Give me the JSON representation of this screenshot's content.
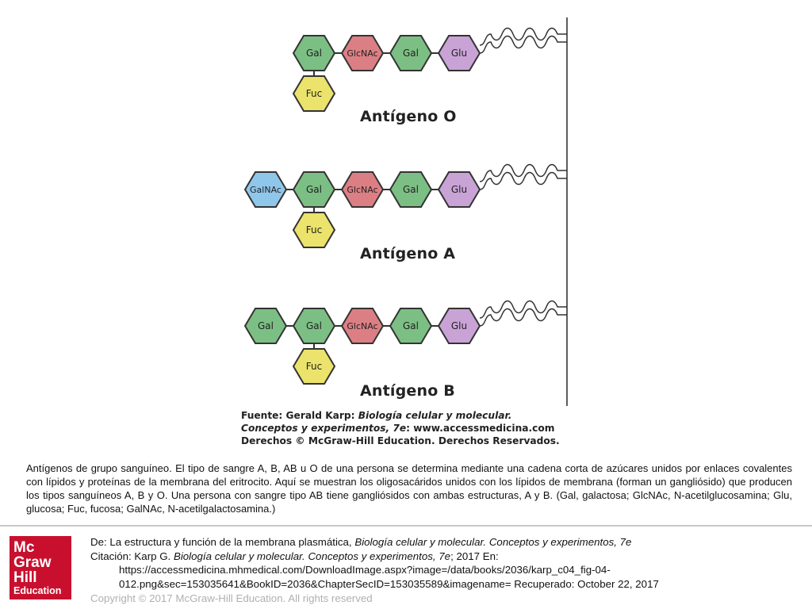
{
  "figure": {
    "antigens": [
      {
        "title": "Antígeno O",
        "chain": [
          {
            "label": "Gal",
            "color": "#7cbf84"
          },
          {
            "label": "GlcNAc",
            "color": "#dc7f84"
          },
          {
            "label": "Gal",
            "color": "#7cbf84"
          },
          {
            "label": "Glu",
            "color": "#c9a3d6"
          }
        ],
        "branch": {
          "label": "Fuc",
          "color": "#ebe36b"
        }
      },
      {
        "title": "Antígeno A",
        "chain": [
          {
            "label": "GalNAc",
            "color": "#8fc7ea"
          },
          {
            "label": "Gal",
            "color": "#7cbf84"
          },
          {
            "label": "GlcNAc",
            "color": "#dc7f84"
          },
          {
            "label": "Gal",
            "color": "#7cbf84"
          },
          {
            "label": "Glu",
            "color": "#c9a3d6"
          }
        ],
        "branch": {
          "label": "Fuc",
          "color": "#ebe36b"
        }
      },
      {
        "title": "Antígeno B",
        "chain": [
          {
            "label": "Gal",
            "color": "#7cbf84"
          },
          {
            "label": "Gal",
            "color": "#7cbf84"
          },
          {
            "label": "GlcNAc",
            "color": "#dc7f84"
          },
          {
            "label": "Gal",
            "color": "#7cbf84"
          },
          {
            "label": "Glu",
            "color": "#c9a3d6"
          }
        ],
        "branch": {
          "label": "Fuc",
          "color": "#ebe36b"
        }
      }
    ],
    "source": {
      "prefix": "Fuente: Gerald Karp: ",
      "book": "Biología celular y molecular. Conceptos y experimentos, 7e",
      "suffix": ": www.accessmedicina.com",
      "rights": "Derechos © McGraw-Hill Education. Derechos Reservados."
    }
  },
  "caption": "Antígenos de grupo sanguíneo. El tipo de sangre A, B, AB u O de una persona se determina mediante una cadena corta de azúcares unidos por enlaces covalentes con lípidos y proteínas de la membrana del eritrocito. Aquí se muestran los oligosacáridos unidos con los lípidos de membrana (forman un gangliósido) que producen los tipos sanguíneos A, B y O. Una persona con sangre tipo AB tiene gangliósidos con ambas estructuras, A y B. (Gal, galactosa; GlcNAc, N-acetilglucosamina; Glu, glucosa; Fuc, fucosa; GalNAc, N-acetilgalactosamina.)",
  "logo": {
    "line1": "Mc",
    "line2": "Graw",
    "line3": "Hill",
    "line4": "Education",
    "color": "#c8102e"
  },
  "credits": {
    "de_prefix": "De: La estructura y función de la membrana plasmática, ",
    "de_book": "Biología celular y molecular. Conceptos y experimentos, 7e",
    "cite_prefix": "Citación: Karp G. ",
    "cite_book": "Biología celular y molecular. Conceptos y experimentos, 7e",
    "cite_suffix": "; 2017 En:",
    "url_line1": "https://accessmedicina.mhmedical.com/DownloadImage.aspx?image=/data/books/2036/karp_c04_fig-04-",
    "url_line2": "012.png&sec=153035641&BookID=2036&ChapterSecID=153035589&imagename= Recuperado: October 22, 2017",
    "copyright": "Copyright © 2017 McGraw-Hill Education. All rights reserved"
  }
}
